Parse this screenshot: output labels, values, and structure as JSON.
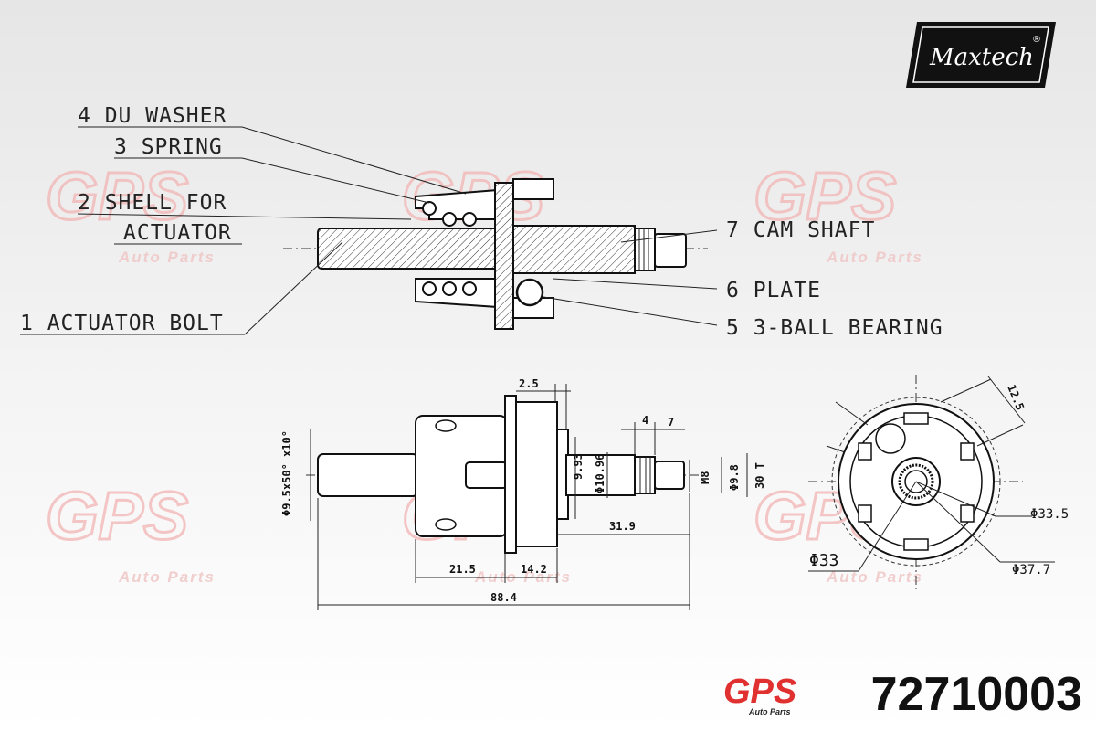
{
  "brand": {
    "name": "Maxtech",
    "registered": "®"
  },
  "watermark": {
    "text": "GPS",
    "sub": "Auto Parts"
  },
  "part_number": "72710003",
  "callouts": [
    {
      "id": "4",
      "label": "4 DU WASHER"
    },
    {
      "id": "3",
      "label": "3 SPRING"
    },
    {
      "id": "2a",
      "label": "2 SHELL FOR"
    },
    {
      "id": "2b",
      "label": "ACTUATOR"
    },
    {
      "id": "1",
      "label": "1 ACTUATOR BOLT"
    },
    {
      "id": "7",
      "label": "7 CAM SHAFT"
    },
    {
      "id": "6",
      "label": "6 PLATE"
    },
    {
      "id": "5",
      "label": "5 3-BALL BEARING"
    }
  ],
  "dimensions": {
    "d_2_5": "2.5",
    "d_4": "4",
    "d_7": "7",
    "d_9_93": "9.93",
    "d_10_96": "Φ10.96",
    "d_m8": "M8",
    "d_9_8": "Φ9.8",
    "d_30t": "30 T",
    "d_9_5": "Φ9.5x50° x10°",
    "d_31_9": "31.9",
    "d_21_5": "21.5",
    "d_14_2": "14.2",
    "d_88_4": "88.4",
    "d_12_5": "12.5",
    "d_33_5": "Φ33.5",
    "d_33": "Φ33",
    "d_37_7": "Φ37.7"
  }
}
